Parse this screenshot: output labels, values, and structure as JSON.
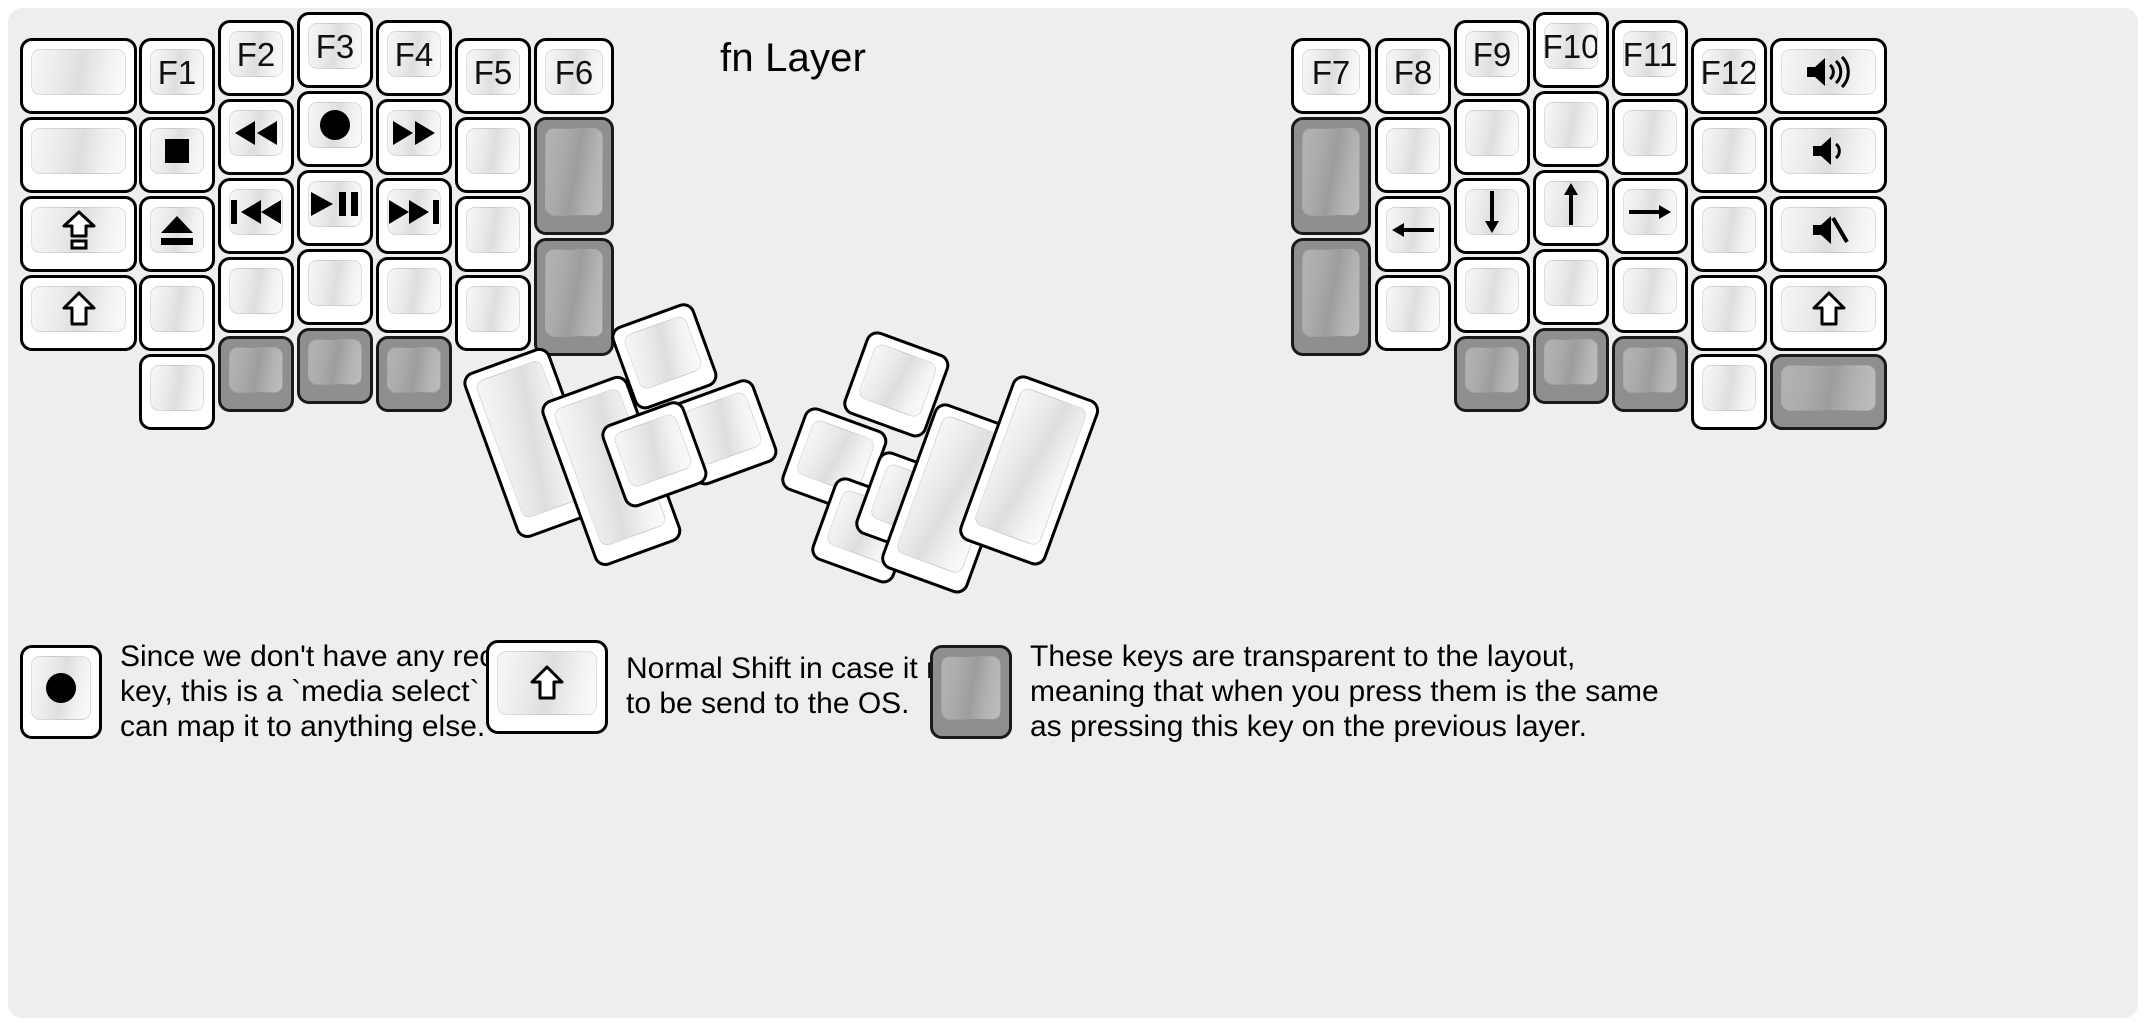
{
  "page": {
    "title": "fn Layer",
    "background_color": "#eeeeee",
    "key_face_color": "#ffffff",
    "transparent_key_color": "#8f8f8f",
    "text_color": "#000000"
  },
  "keyboard": {
    "name": "split ergonomic columnar keyboard",
    "halves": [
      {
        "name": "left-half",
        "columns": [
          {
            "name": "outer-pinky-column",
            "keys": [
              {
                "label": "",
                "icon": "",
                "state": "normal"
              },
              {
                "label": "",
                "icon": "",
                "state": "normal"
              },
              {
                "label": "",
                "icon": "caps-lock-icon",
                "state": "normal"
              },
              {
                "label": "",
                "icon": "shift-icon",
                "state": "normal"
              }
            ]
          },
          {
            "name": "pinky-column",
            "keys": [
              {
                "label": "F1",
                "icon": "",
                "state": "normal"
              },
              {
                "label": "",
                "icon": "media-stop-icon",
                "state": "normal"
              },
              {
                "label": "",
                "icon": "media-eject-icon",
                "state": "normal"
              },
              {
                "label": "",
                "icon": "",
                "state": "normal"
              },
              {
                "label": "",
                "icon": "",
                "state": "normal"
              }
            ]
          },
          {
            "name": "ring-column",
            "keys": [
              {
                "label": "F2",
                "icon": "",
                "state": "normal"
              },
              {
                "label": "",
                "icon": "media-rewind-icon",
                "state": "normal"
              },
              {
                "label": "",
                "icon": "media-previous-track-icon",
                "state": "normal"
              },
              {
                "label": "",
                "icon": "",
                "state": "normal"
              },
              {
                "label": "",
                "icon": "",
                "state": "transparent"
              }
            ]
          },
          {
            "name": "middle-column",
            "keys": [
              {
                "label": "F3",
                "icon": "",
                "state": "normal"
              },
              {
                "label": "",
                "icon": "media-record-icon",
                "state": "normal"
              },
              {
                "label": "",
                "icon": "media-play-pause-icon",
                "state": "normal"
              },
              {
                "label": "",
                "icon": "",
                "state": "normal"
              },
              {
                "label": "",
                "icon": "",
                "state": "transparent"
              }
            ]
          },
          {
            "name": "index-column",
            "keys": [
              {
                "label": "F4",
                "icon": "",
                "state": "normal"
              },
              {
                "label": "",
                "icon": "media-fast-forward-icon",
                "state": "normal"
              },
              {
                "label": "",
                "icon": "media-next-track-icon",
                "state": "normal"
              },
              {
                "label": "",
                "icon": "",
                "state": "normal"
              },
              {
                "label": "",
                "icon": "",
                "state": "transparent"
              }
            ]
          },
          {
            "name": "inner-index-column",
            "keys": [
              {
                "label": "F5",
                "icon": "",
                "state": "normal"
              },
              {
                "label": "",
                "icon": "",
                "state": "normal"
              },
              {
                "label": "",
                "icon": "",
                "state": "normal"
              },
              {
                "label": "",
                "icon": "",
                "state": "normal"
              }
            ]
          },
          {
            "name": "inner-column",
            "keys": [
              {
                "label": "F6",
                "icon": "",
                "state": "normal"
              },
              {
                "label": "",
                "icon": "",
                "state": "transparent"
              },
              {
                "label": "",
                "icon": "",
                "state": "transparent"
              }
            ]
          }
        ],
        "thumb_cluster": {
          "name": "left-thumb-cluster",
          "keys": [
            {
              "label": "",
              "icon": "",
              "state": "normal",
              "size": "2u-tall"
            },
            {
              "label": "",
              "icon": "",
              "state": "normal",
              "size": "2u-tall"
            },
            {
              "label": "",
              "icon": "",
              "state": "normal",
              "size": "1u"
            },
            {
              "label": "",
              "icon": "",
              "state": "normal",
              "size": "1u"
            },
            {
              "label": "",
              "icon": "",
              "state": "normal",
              "size": "1u"
            }
          ]
        }
      },
      {
        "name": "right-half",
        "columns": [
          {
            "name": "inner-column",
            "keys": [
              {
                "label": "F7",
                "icon": "",
                "state": "normal"
              },
              {
                "label": "",
                "icon": "",
                "state": "transparent"
              },
              {
                "label": "",
                "icon": "",
                "state": "transparent"
              }
            ]
          },
          {
            "name": "inner-index-column",
            "keys": [
              {
                "label": "F8",
                "icon": "",
                "state": "normal"
              },
              {
                "label": "",
                "icon": "",
                "state": "normal"
              },
              {
                "label": "",
                "icon": "arrow-left-icon",
                "state": "normal"
              },
              {
                "label": "",
                "icon": "",
                "state": "normal"
              }
            ]
          },
          {
            "name": "index-column",
            "keys": [
              {
                "label": "F9",
                "icon": "",
                "state": "normal"
              },
              {
                "label": "",
                "icon": "",
                "state": "normal"
              },
              {
                "label": "",
                "icon": "arrow-down-icon",
                "state": "normal"
              },
              {
                "label": "",
                "icon": "",
                "state": "normal"
              },
              {
                "label": "",
                "icon": "",
                "state": "transparent"
              }
            ]
          },
          {
            "name": "middle-column",
            "keys": [
              {
                "label": "F10",
                "icon": "",
                "state": "normal"
              },
              {
                "label": "",
                "icon": "",
                "state": "normal"
              },
              {
                "label": "",
                "icon": "arrow-up-icon",
                "state": "normal"
              },
              {
                "label": "",
                "icon": "",
                "state": "normal"
              },
              {
                "label": "",
                "icon": "",
                "state": "transparent"
              }
            ]
          },
          {
            "name": "ring-column",
            "keys": [
              {
                "label": "F11",
                "icon": "",
                "state": "normal"
              },
              {
                "label": "",
                "icon": "",
                "state": "normal"
              },
              {
                "label": "",
                "icon": "arrow-right-icon",
                "state": "normal"
              },
              {
                "label": "",
                "icon": "",
                "state": "normal"
              },
              {
                "label": "",
                "icon": "",
                "state": "transparent"
              }
            ]
          },
          {
            "name": "pinky-column",
            "keys": [
              {
                "label": "F12",
                "icon": "",
                "state": "normal"
              },
              {
                "label": "",
                "icon": "",
                "state": "normal"
              },
              {
                "label": "",
                "icon": "",
                "state": "normal"
              },
              {
                "label": "",
                "icon": "",
                "state": "normal"
              },
              {
                "label": "",
                "icon": "",
                "state": "normal"
              }
            ]
          },
          {
            "name": "outer-pinky-column",
            "keys": [
              {
                "label": "",
                "icon": "volume-up-icon",
                "state": "normal"
              },
              {
                "label": "",
                "icon": "volume-down-icon",
                "state": "normal"
              },
              {
                "label": "",
                "icon": "volume-mute-icon",
                "state": "normal"
              },
              {
                "label": "",
                "icon": "shift-icon",
                "state": "normal"
              },
              {
                "label": "",
                "icon": "",
                "state": "transparent"
              }
            ]
          }
        ],
        "thumb_cluster": {
          "name": "right-thumb-cluster",
          "keys": [
            {
              "label": "",
              "icon": "",
              "state": "normal",
              "size": "1u"
            },
            {
              "label": "",
              "icon": "",
              "state": "normal",
              "size": "1u"
            },
            {
              "label": "",
              "icon": "",
              "state": "normal",
              "size": "1u"
            },
            {
              "label": "",
              "icon": "",
              "state": "normal",
              "size": "1u"
            },
            {
              "label": "",
              "icon": "",
              "state": "normal",
              "size": "2u-tall"
            },
            {
              "label": "",
              "icon": "",
              "state": "normal",
              "size": "2u-tall"
            }
          ]
        }
      }
    ]
  },
  "legend": {
    "items": [
      {
        "name": "record-key-note",
        "swatch_icon": "media-record-icon",
        "swatch_state": "normal",
        "text": "Since we don't have any recording\nkey, this is a `media select` so user\ncan map it to anything else."
      },
      {
        "name": "shift-key-note",
        "swatch_icon": "shift-icon",
        "swatch_state": "normal",
        "text": "Normal Shift in case it needs\nto be send to the OS."
      },
      {
        "name": "transparent-key-note",
        "swatch_icon": "",
        "swatch_state": "transparent",
        "text": "These keys are transparent to the layout,\nmeaning that when you press them is the same\nas pressing this key on the previous layer."
      }
    ]
  }
}
